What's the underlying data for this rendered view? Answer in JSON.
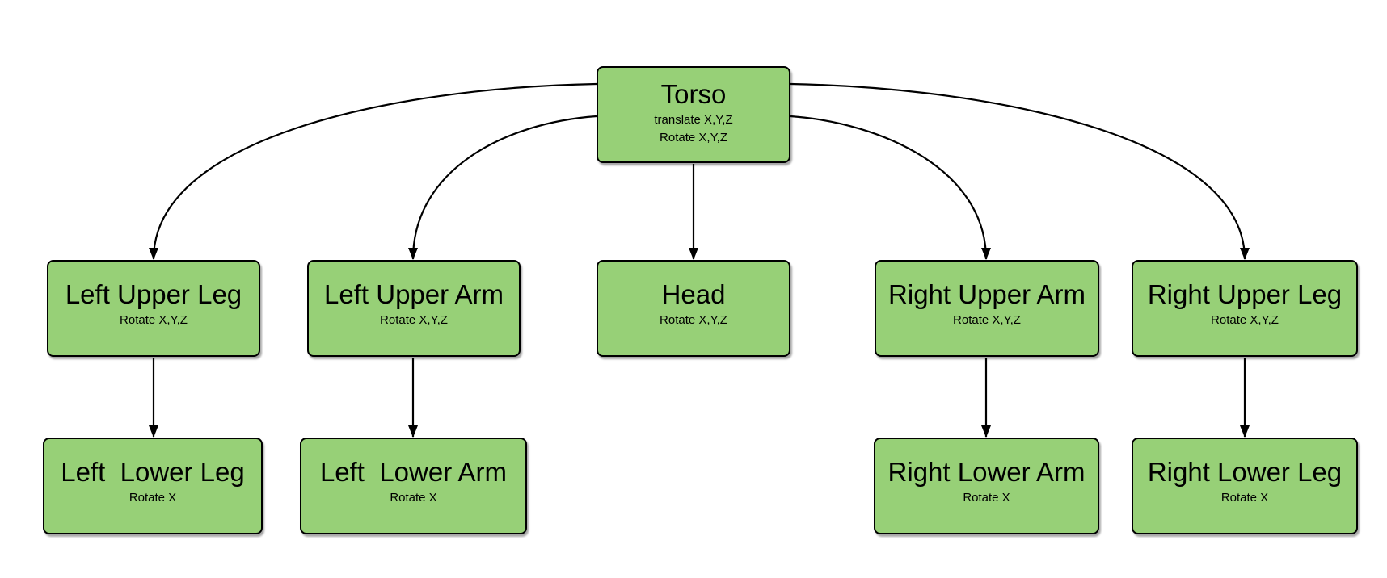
{
  "diagram": {
    "background_color": "#FFFFFF",
    "node_fill_color": "#97D077",
    "node_border_color": "#000000",
    "edge_color": "#000000",
    "nodes": {
      "torso": {
        "title": "Torso",
        "line1": "translate X,Y,Z",
        "line2": "Rotate X,Y,Z"
      },
      "left_upper_leg": {
        "title": "Left Upper Leg",
        "line1": "Rotate X,Y,Z"
      },
      "left_upper_arm": {
        "title": "Left Upper Arm",
        "line1": "Rotate X,Y,Z"
      },
      "head": {
        "title": "Head",
        "line1": "Rotate X,Y,Z"
      },
      "right_upper_arm": {
        "title": "Right Upper Arm",
        "line1": "Rotate X,Y,Z"
      },
      "right_upper_leg": {
        "title": "Right Upper Leg",
        "line1": "Rotate X,Y,Z"
      },
      "left_lower_leg": {
        "title": "Left  Lower Leg",
        "line1": "Rotate X"
      },
      "left_lower_arm": {
        "title": "Left  Lower Arm",
        "line1": "Rotate X"
      },
      "right_lower_arm": {
        "title": "Right Lower Arm",
        "line1": "Rotate X"
      },
      "right_lower_leg": {
        "title": "Right Lower Leg",
        "line1": "Rotate X"
      }
    },
    "edges": [
      {
        "from": "Torso",
        "to": "Left Upper Leg"
      },
      {
        "from": "Torso",
        "to": "Left Upper Arm"
      },
      {
        "from": "Torso",
        "to": "Head"
      },
      {
        "from": "Torso",
        "to": "Right Upper Arm"
      },
      {
        "from": "Torso",
        "to": "Right Upper Leg"
      },
      {
        "from": "Left Upper Leg",
        "to": "Left  Lower Leg"
      },
      {
        "from": "Left Upper Arm",
        "to": "Left  Lower Arm"
      },
      {
        "from": "Right Upper Arm",
        "to": "Right Lower Arm"
      },
      {
        "from": "Right Upper Leg",
        "to": "Right Lower Leg"
      }
    ]
  }
}
